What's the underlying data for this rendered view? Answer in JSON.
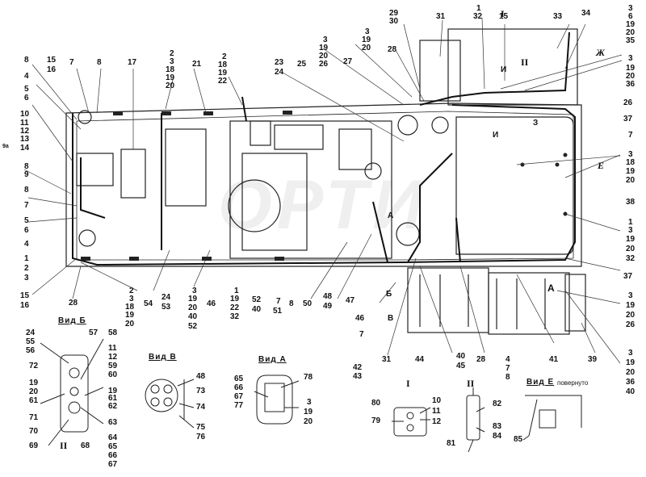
{
  "watermark": "ОРТИ",
  "colors": {
    "line": "#222222",
    "bg": "#ffffff",
    "watermark": "#e8e8e8"
  },
  "views": {
    "b": "Вид Б",
    "v": "Вид В",
    "a": "Вид А",
    "e": "Вид Е",
    "e_note": "повернуто"
  },
  "roman": {
    "i_top": "I",
    "ii_top": "II",
    "i_detail": "I",
    "ii_detail": "II",
    "ii_vidb": "II"
  },
  "section_marks": {
    "zh": "Ж",
    "e": "Е",
    "i_upper": "И",
    "i_mid": "И",
    "a_small": "А",
    "a_right": "А",
    "b_small": "Б",
    "v_small": "В",
    "three": "З"
  },
  "labels": {
    "l1": "1",
    "l2": "32",
    "l3": "15",
    "l4": "I",
    "l5": "33",
    "l6": "34",
    "c1": "3",
    "c2": "6",
    "c3": "19",
    "c4": "20",
    "c5": "35",
    "t29": "29",
    "t30": "30",
    "t31": "31",
    "t3a": "3",
    "t19a": "19",
    "t20a": "20",
    "t3b": "3",
    "t19b": "19",
    "t20b": "20",
    "t26b": "26",
    "t28": "28",
    "t27": "27",
    "t23": "23",
    "t24": "24",
    "t25": "25",
    "t2a": "2",
    "t18a": "18",
    "t19c": "19",
    "t22a": "22",
    "t21": "21",
    "t2b": "2",
    "t3c": "3",
    "t18b": "18",
    "t19d": "19",
    "t20c": "20",
    "t17": "17",
    "t8a": "8",
    "t7a": "7",
    "t15a": "15",
    "t16a": "16",
    "t8b": "8",
    "t4a": "4",
    "t5a": "5",
    "t6a": "6",
    "t10": "10",
    "t11": "11",
    "t12": "12",
    "t13": "13",
    "t14": "14",
    "t9a": "9a",
    "t8c": "8",
    "t9b": "9",
    "t8d": "8",
    "t7b": "7",
    "t5b": "5",
    "t6b": "6",
    "t4b": "4",
    "t1a": "1",
    "t2c": "2",
    "t3d": "3",
    "t15b": "15",
    "t16b": "16",
    "t28b": "28",
    "r3a": "3",
    "r19a": "19",
    "r20a": "20",
    "r36a": "36",
    "r26": "26",
    "r37a": "37",
    "r7": "7",
    "r3b": "3",
    "r18": "18",
    "r19b": "19",
    "r20b": "20",
    "r38": "38",
    "r1": "1",
    "r3c": "3",
    "r19c": "19",
    "r20c": "20",
    "r32": "32",
    "r37b": "37",
    "r3d": "3",
    "r19d": "19",
    "r20d": "20",
    "r26d": "26",
    "r3e": "3",
    "r19e": "19",
    "r20e": "20",
    "r36e": "36",
    "r40": "40",
    "b2": "2",
    "b3": "3",
    "b18": "18",
    "b19": "19",
    "b20": "20",
    "b54": "54",
    "b24": "24",
    "b53": "53",
    "b3b": "3",
    "b19b": "19",
    "b20b": "20",
    "b40": "40",
    "b52": "52",
    "b46": "46",
    "b1": "1",
    "b19c": "19",
    "b22": "22",
    "b32": "32",
    "b52b": "52",
    "b40b": "40",
    "b7": "7",
    "b51": "51",
    "b8": "8",
    "b50": "50",
    "b48": "48",
    "b49": "49",
    "b47": "47",
    "b46b": "46",
    "b7b": "7",
    "b42": "42",
    "b43": "43",
    "b31": "31",
    "b44": "44",
    "b40c": "40",
    "b45": "45",
    "b28": "28",
    "b4": "4",
    "b7c": "7",
    "b8c": "8",
    "b41": "41",
    "b39": "39",
    "vb24": "24",
    "vb55": "55",
    "vb56": "56",
    "vb57": "57",
    "vb58": "58",
    "vb11": "11",
    "vb12": "12",
    "vb59": "59",
    "vb60": "60",
    "vb72": "72",
    "vb19": "19",
    "vb20": "20",
    "vb61": "61",
    "vb19b": "19",
    "vb61b": "61",
    "vb62": "62",
    "vb71": "71",
    "vb70": "70",
    "vb69": "69",
    "vb68": "68",
    "vb63": "63",
    "vb64": "64",
    "vb65": "65",
    "vb66": "66",
    "vb67": "67",
    "vv48": "48",
    "vv73": "73",
    "vv74": "74",
    "vv75": "75",
    "vv76": "76",
    "va65": "65",
    "va66": "66",
    "va67": "67",
    "va77": "77",
    "va78": "78",
    "va3": "3",
    "va19": "19",
    "va20": "20",
    "d80": "80",
    "d79": "79",
    "d10": "10",
    "d11": "11",
    "d12": "12",
    "d82": "82",
    "d83": "83",
    "d84": "84",
    "d81": "81",
    "d85": "85"
  }
}
